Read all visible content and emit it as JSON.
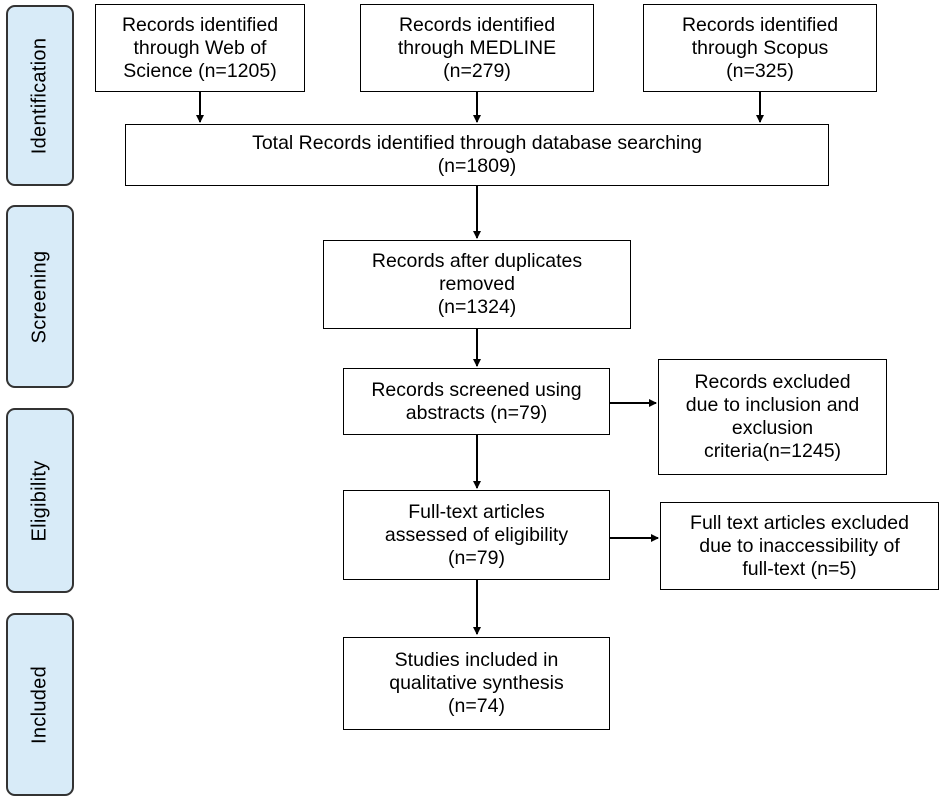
{
  "phases": {
    "identification": "Identification",
    "screening": "Screening",
    "eligibility": "Eligibility",
    "included": "Included"
  },
  "boxes": {
    "web_of_science": [
      "Records identified",
      "through Web of",
      "Science (n=1205)"
    ],
    "medline": [
      "Records identified",
      "through MEDLINE",
      "(n=279)"
    ],
    "scopus": [
      "Records identified",
      "through Scopus",
      "(n=325)"
    ],
    "total": [
      "Total Records identified through database searching",
      "(n=1809)"
    ],
    "duplicates_removed": [
      "Records after duplicates",
      "removed",
      "(n=1324)"
    ],
    "screened": [
      "Records screened using",
      "abstracts (n=79)"
    ],
    "excluded_criteria": [
      "Records excluded",
      "due to inclusion and",
      "exclusion",
      "criteria(n=1245)"
    ],
    "full_text_assessed": [
      "Full-text articles",
      "assessed of eligibility",
      "(n=79)"
    ],
    "excluded_full_text": [
      "Full text articles excluded",
      "due to inaccessibility of",
      "full-text (n=5)"
    ],
    "included_studies": [
      "Studies included in",
      "qualitative synthesis",
      "(n=74)"
    ]
  }
}
